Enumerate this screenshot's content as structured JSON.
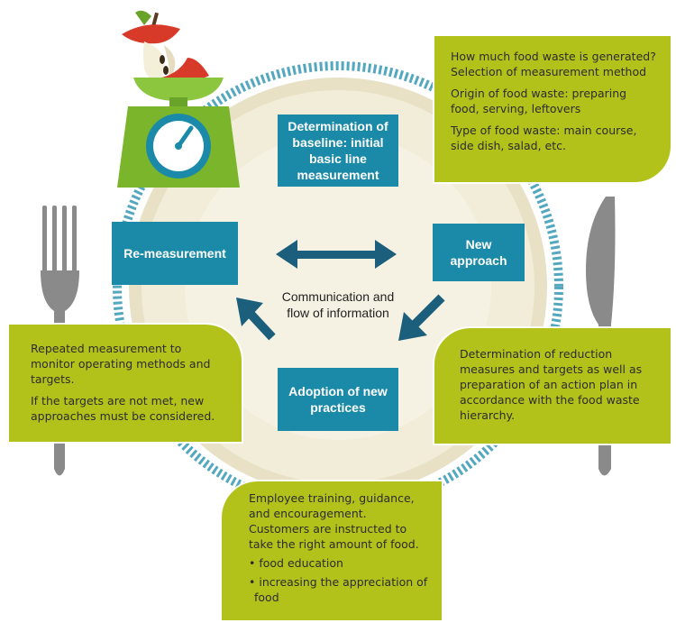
{
  "colors": {
    "teal": "#1a8aa8",
    "dark_teal": "#1c5f7d",
    "lime": "#b3c21a",
    "plate": "#efead3",
    "plate_rim": "#e3dcbe",
    "cutlery": "#8a8a8a",
    "apple_red": "#d83a2a",
    "scale_green": "#7ab52c"
  },
  "steps": {
    "baseline": "Determination of baseline: initial basic line measurement",
    "new_approach": "New approach",
    "adoption": "Adoption of new practices",
    "remeasurement": "Re-measurement"
  },
  "center_text": "Communication and flow of information",
  "boxes": {
    "top_right": [
      "How much food waste is generated? Selection of measurement method",
      "Origin of food waste: preparing food, serving, leftovers",
      "Type of food waste: main course, side dish, salad, etc."
    ],
    "right": [
      "Determination of reduction measures and targets as well as preparation of an action plan in accordance with the food waste hierarchy."
    ],
    "left": [
      "Repeated measurement to monitor operating methods and targets.",
      "If the targets are not met, new approaches must be considered."
    ],
    "bottom": {
      "intro": "Employee training, guidance, and encouragement. Customers are instructed to take the right amount of food.",
      "bullets": [
        "• food education",
        "• increasing the appreciation of food"
      ]
    }
  },
  "icons": [
    "apple-core-icon",
    "kitchen-scale-icon",
    "fork-icon",
    "knife-icon",
    "plate-icon"
  ]
}
